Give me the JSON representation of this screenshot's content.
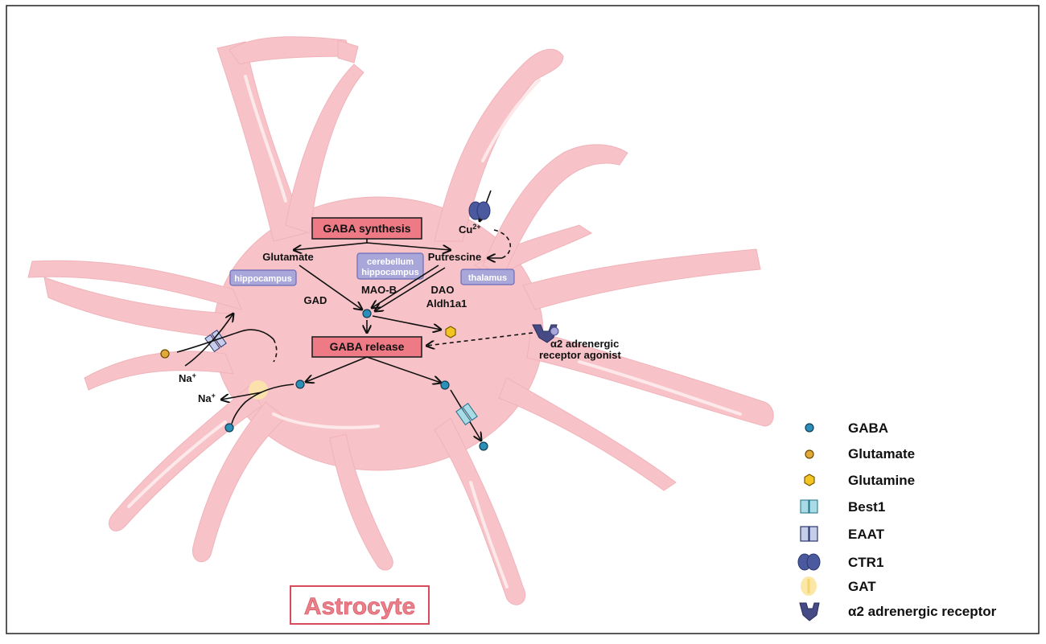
{
  "diagram": {
    "title": "Astrocyte",
    "synthesis_box": "GABA synthesis",
    "release_box": "GABA release",
    "metabolites": {
      "glutamate": "Glutamate",
      "putrescine": "Putrescine"
    },
    "enzymes": {
      "gad": "GAD",
      "mao_b": "MAO-B",
      "dao": "DAO",
      "aldh1a1": "Aldh1a1"
    },
    "regions": {
      "hippocampus": "hippocampus",
      "cerebellum_hippocampus_line1": "cerebellum",
      "cerebellum_hippocampus_line2": "hippocampus",
      "thalamus": "thalamus"
    },
    "ions": {
      "copper": "Cu",
      "copper_charge": "2+",
      "sodium_in": "Na",
      "sodium_out": "Na",
      "sodium_charge": "+"
    },
    "agonist_line1": "α2 adrenergic",
    "agonist_line2": "receptor agonist"
  },
  "legend": {
    "gaba": "GABA",
    "glutamate": "Glutamate",
    "glutamine": "Glutamine",
    "best1": "Best1",
    "eaat": "EAAT",
    "ctr1": "CTR1",
    "gat": "GAT",
    "alpha2": "α2 adrenergic receptor"
  },
  "colors": {
    "cell_fill": "#f7c3c8",
    "cell_highlight": "#fde8ea",
    "box_fill": "#ee7a86",
    "region_fill": "#a9a7d9",
    "gaba": "#2b8fb8",
    "glutamate": "#e2a93a",
    "glutamine": "#f2c522",
    "best1": "#a8dbe6",
    "eaat": "#c5cde8",
    "ctr1": "#4b5a9e",
    "gat": "#fbe8a8",
    "alpha2": "#464b86",
    "title": "#e8808a"
  }
}
